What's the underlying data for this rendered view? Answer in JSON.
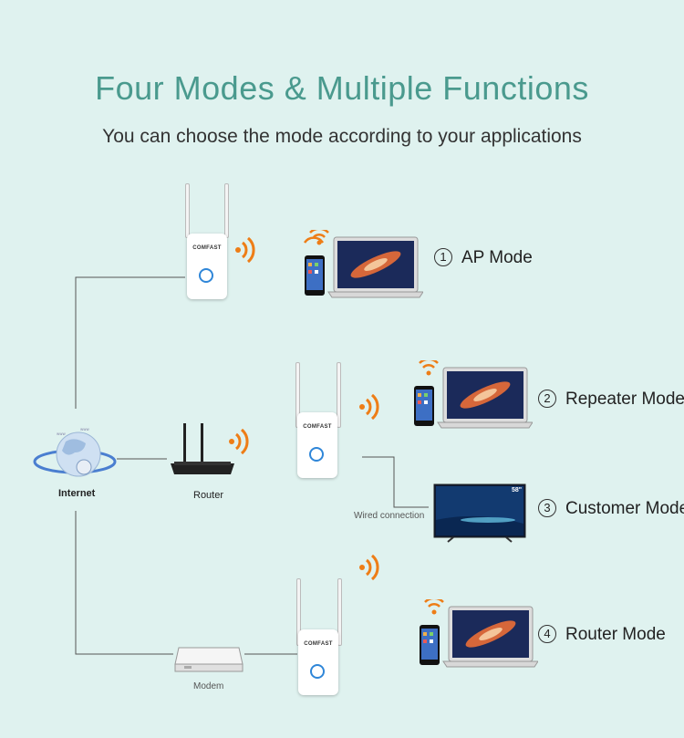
{
  "header": {
    "title": "Four Modes & Multiple Functions",
    "subtitle": "You can choose the mode according to your applications"
  },
  "nodes": {
    "internet": "Internet",
    "router": "Router",
    "modem": "Modem",
    "wired": "Wired connection",
    "brand": "COMFAST",
    "tv_size": "58\""
  },
  "modes": [
    {
      "num": "1",
      "label": "AP Mode"
    },
    {
      "num": "2",
      "label": "Repeater Mode"
    },
    {
      "num": "3",
      "label": "Customer Mode"
    },
    {
      "num": "4",
      "label": "Router Mode"
    }
  ],
  "colors": {
    "background": "#dff2ef",
    "title": "#4a9a8e",
    "wifi": "#ee7d16",
    "button_ring": "#2f86d8"
  }
}
